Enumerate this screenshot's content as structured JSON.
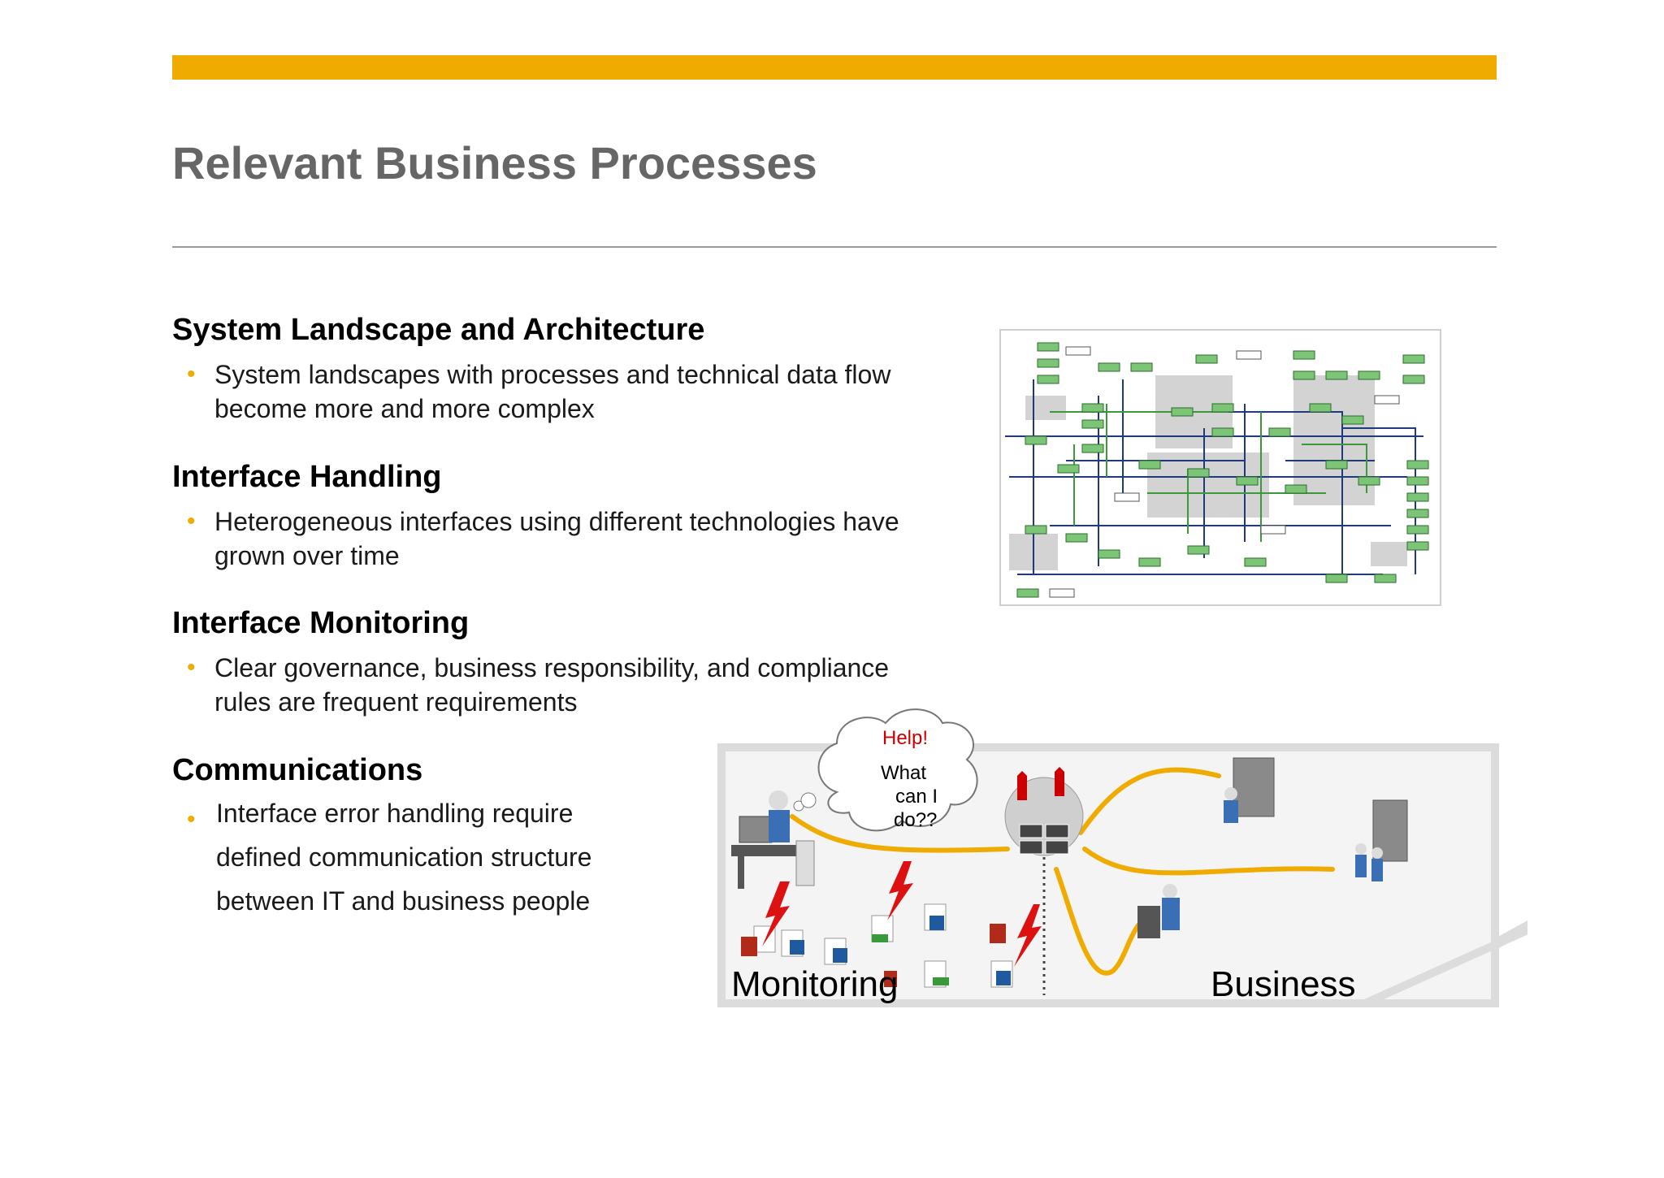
{
  "slide": {
    "title": "Relevant Business Processes",
    "colors": {
      "accent": "#f0ab00",
      "title": "#666666",
      "alert": "#cc0000"
    }
  },
  "sections": [
    {
      "heading": "System Landscape and Architecture",
      "bullet": [
        "System landscapes with processes and technical data flow",
        "become more and more complex"
      ]
    },
    {
      "heading": "Interface Handling",
      "bullet": [
        "Heterogeneous interfaces using different technologies have",
        "grown over time"
      ]
    },
    {
      "heading": "Interface Monitoring",
      "bullet": [
        "Clear governance, business responsibility, and compliance",
        "rules are frequent requirements"
      ]
    },
    {
      "heading": "Communications",
      "bullet": [
        "Interface error handling require",
        "defined communication structure",
        "between IT and business people"
      ]
    }
  ],
  "illustration": {
    "cloud_help": "Help!",
    "cloud_q1": "What",
    "cloud_q2": "can I",
    "cloud_q3": "do??",
    "label_left": "Monitoring",
    "label_right": "Business",
    "icons": [
      "workstation-icon",
      "globe-server-icon",
      "office-building-icon",
      "document-icon",
      "euro-document-icon",
      "lightning-icon",
      "people-icon"
    ]
  }
}
